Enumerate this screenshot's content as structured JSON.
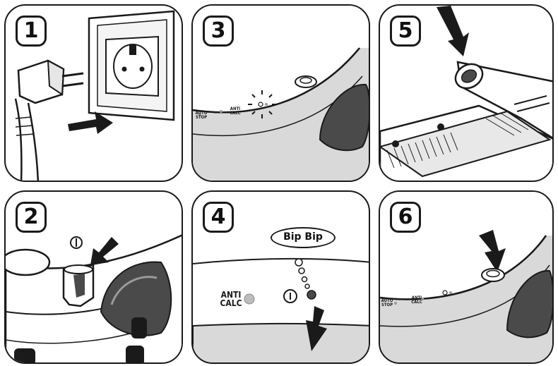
{
  "steps": [
    {
      "number": "1"
    },
    {
      "number": "3"
    },
    {
      "number": "5"
    },
    {
      "number": "2"
    },
    {
      "number": "4"
    },
    {
      "number": "6"
    }
  ],
  "labels": {
    "auto_stop": "AUTO STOP",
    "anti_calc": "ANTI CALC",
    "bip_bip": "Bip Bip"
  },
  "colors": {
    "outline": "#1a1a1a",
    "device_grey": "#d9d9d9",
    "dark_wheel": "#4a4a4a",
    "led_grey": "#9a9a9a"
  }
}
